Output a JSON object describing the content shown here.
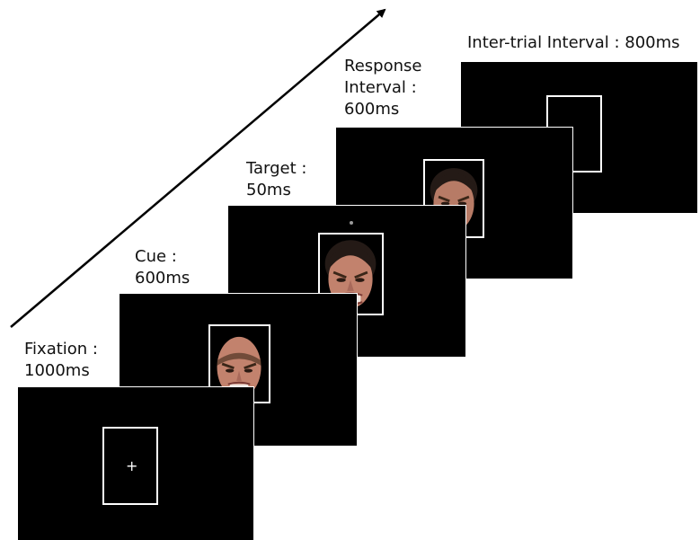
{
  "stages": [
    {
      "label_lines": [
        "Fixation :",
        "1000ms"
      ]
    },
    {
      "label_lines": [
        "Cue :",
        "600ms"
      ]
    },
    {
      "label_lines": [
        "Target :",
        "50ms"
      ]
    },
    {
      "label_lines": [
        "Response",
        "Interval :",
        "600ms"
      ]
    },
    {
      "label_lines": [
        "Inter-trial Interval : 800ms"
      ]
    }
  ],
  "fixation_symbol": "+",
  "colors": {
    "screen": "#000000",
    "frame": "#ffffff",
    "text": "#111111",
    "arrow": "#000000"
  },
  "icons": {
    "timeline": "time-arrow-icon",
    "face": "angry-face-icon",
    "fixation": "fixation-cross-icon"
  }
}
